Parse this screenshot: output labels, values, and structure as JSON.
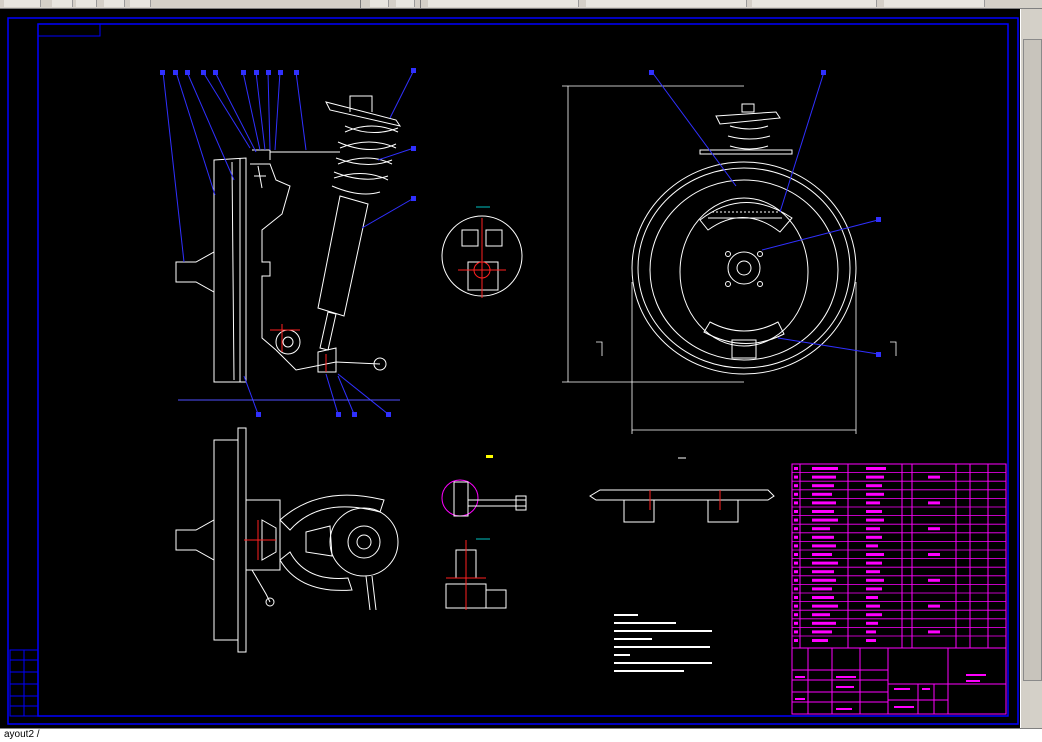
{
  "window": {
    "layout_tab_label": "ayout2 /",
    "colors": {
      "background": "#000000",
      "geometry": "#ffffff",
      "frame": "#0000ff",
      "leaders": "#3030ff",
      "title_block": "#ff00ff",
      "section_hatch": "#ff2020",
      "toolbar": "#d4d0c8"
    }
  },
  "drawing": {
    "icons": [
      "shock-absorber-spring-view",
      "wheel-drum-view",
      "detail-circle-view",
      "plan-view",
      "parts-table",
      "title-block"
    ]
  }
}
